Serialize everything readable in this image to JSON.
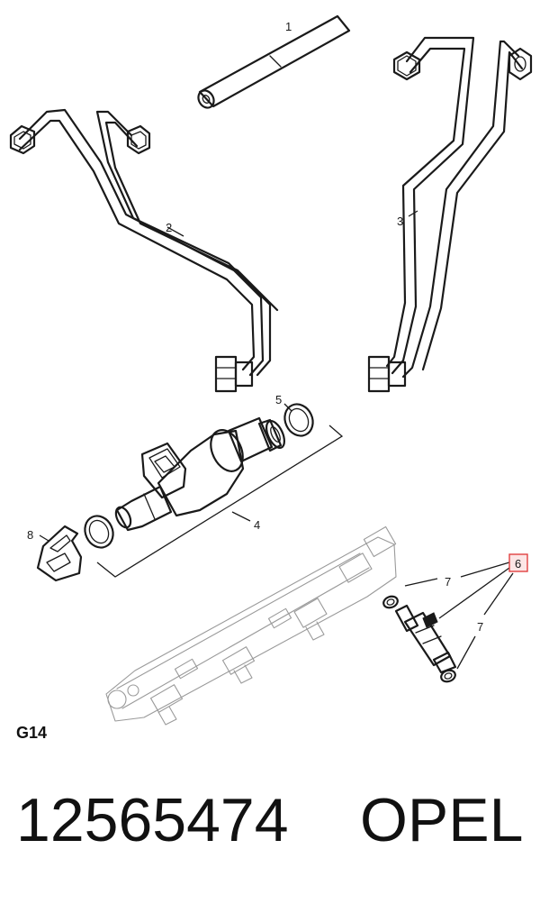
{
  "callouts": {
    "c1": "1",
    "c2": "2",
    "c3": "3",
    "c4": "4",
    "c5": "5",
    "c6": "6",
    "c7a": "7",
    "c7b": "7",
    "c8": "8"
  },
  "highlight_color": "#e04040",
  "group_code": "G14",
  "part_number": "12565474",
  "brand": "OPEL"
}
